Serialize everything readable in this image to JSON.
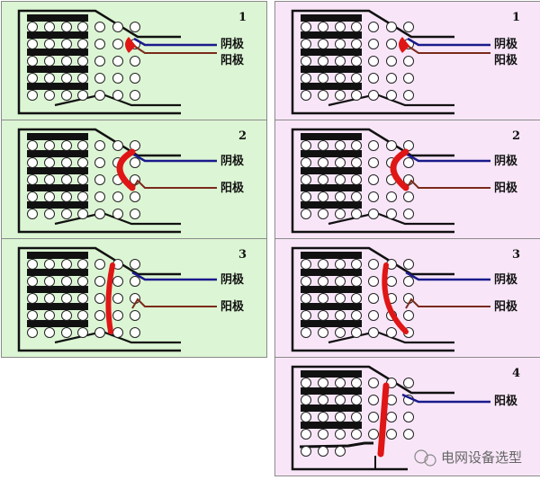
{
  "colors": {
    "left_bg": "#dcf5d4",
    "right_bg": "#f8e6f8",
    "border": "#8a8a8a",
    "blue_lead": "#1a1a8c",
    "brown_lead": "#7a2a1a",
    "arc": "#e01515"
  },
  "columns": [
    {
      "name": "left",
      "panels": [
        {
          "number": "1",
          "stage": 1,
          "labels": [
            "阴极",
            "阳极"
          ]
        },
        {
          "number": "2",
          "stage": 2,
          "labels": [
            "阴极",
            "阳极"
          ]
        },
        {
          "number": "3",
          "stage": 3,
          "labels": [
            "阴极",
            "阳极"
          ]
        }
      ]
    },
    {
      "name": "right",
      "panels": [
        {
          "number": "1",
          "stage": 1,
          "labels": [
            "阴极",
            "阳极"
          ]
        },
        {
          "number": "2",
          "stage": 2,
          "labels": [
            "阴极",
            "阳极"
          ]
        },
        {
          "number": "3",
          "stage": 3,
          "labels": [
            "阴极",
            "阳极"
          ]
        },
        {
          "number": "4",
          "stage": 4,
          "labels": [
            "阳极"
          ]
        }
      ]
    }
  ],
  "watermark": "电网设备选型"
}
